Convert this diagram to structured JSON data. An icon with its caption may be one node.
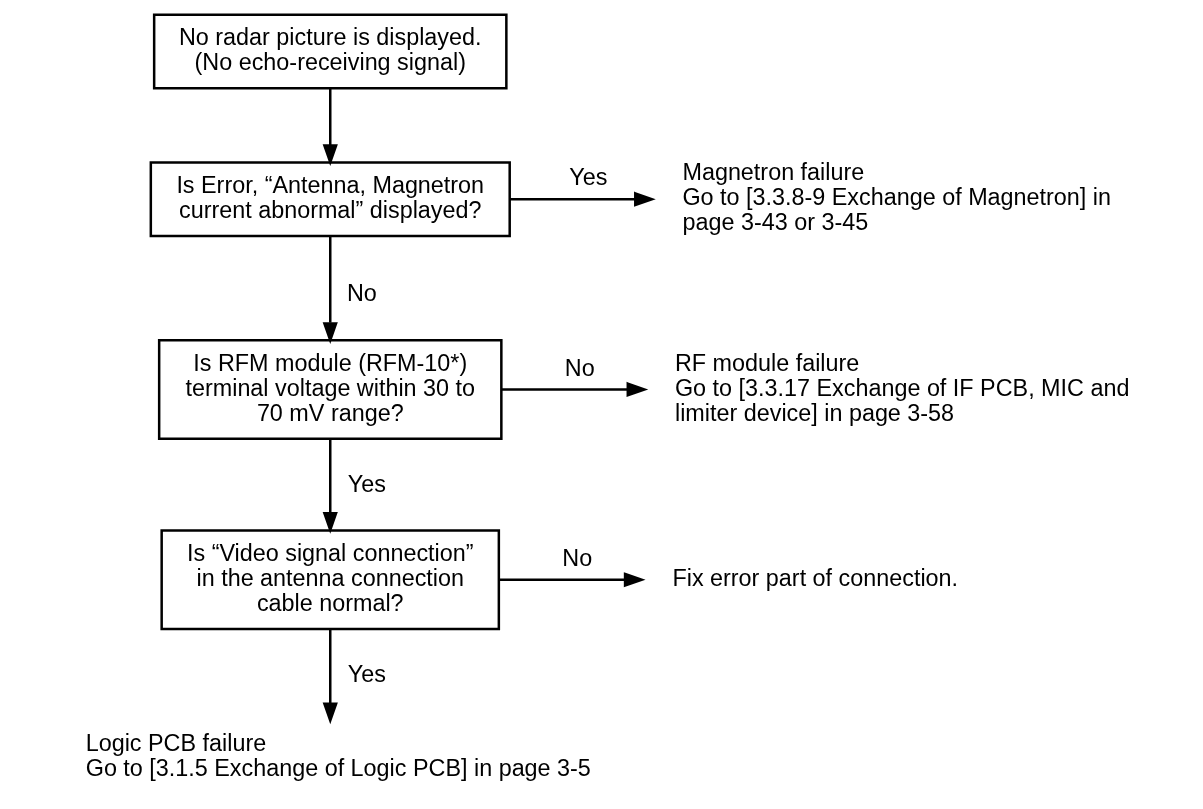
{
  "diagram": {
    "nodes": [
      {
        "text": [
          "No radar picture is displayed. (No echo-receiving signal)"
        ]
      },
      {
        "text": [
          "Is Error, “Antenna, Magnetron current abnormal” displayed?"
        ]
      },
      {
        "text": [
          "Magnetron failure",
          "Go to [3.3.8-9 Exchange of Magnetron] in page 3-43 or 3-45"
        ]
      },
      {
        "text": [
          "Is RFM module (RFM-10*) terminal voltage within 30 to 70 mV range?"
        ]
      },
      {
        "text": [
          "RF module failure",
          "Go to [3.3.17 Exchange of IF PCB, MIC and limiter device] in page 3-58"
        ]
      },
      {
        "text": [
          "Is “Video signal connection” in the antenna connection cable normal?"
        ]
      },
      {
        "text": [
          "Fix error part of connection."
        ]
      },
      {
        "text": [
          "Logic PCB failure",
          "Go to [3.1.5 Exchange of Logic PCB] in page 3-5"
        ]
      }
    ],
    "edges": [
      {
        "from": 0,
        "to": 1,
        "arrow": "to"
      },
      {
        "from": 1,
        "to": 2,
        "arrow": "to",
        "label": "Yes"
      },
      {
        "from": 1,
        "to": 3,
        "arrow": "to",
        "label": "No"
      },
      {
        "from": 3,
        "to": 4,
        "arrow": "to",
        "label": "No"
      },
      {
        "from": 3,
        "to": 5,
        "arrow": "to",
        "label": "Yes"
      },
      {
        "from": 5,
        "to": 6,
        "arrow": "to",
        "label": "No"
      },
      {
        "from": 5,
        "to": 7,
        "arrow": "to",
        "label": "Yes"
      }
    ]
  }
}
